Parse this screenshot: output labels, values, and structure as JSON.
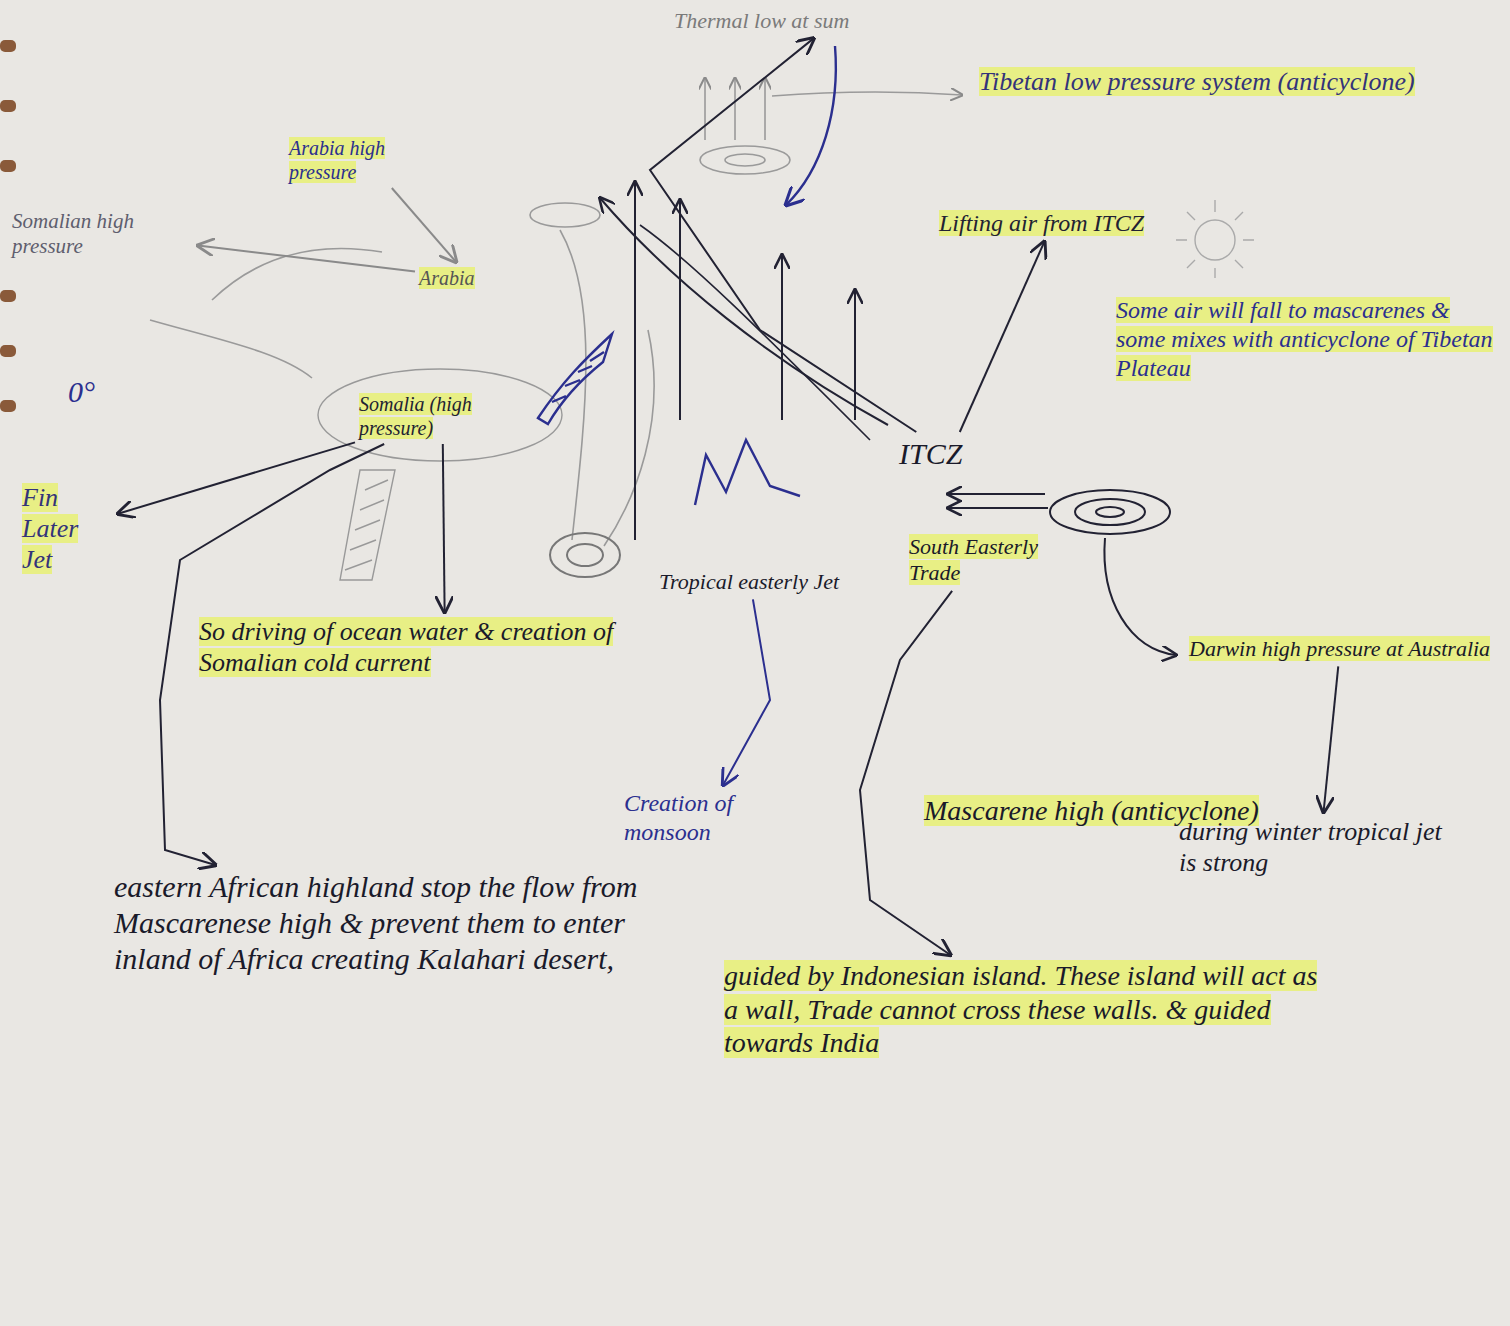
{
  "diagram": {
    "nodes": [
      {
        "text": [
          "Thermal low at sum"
        ]
      },
      {
        "text": [
          "Tibetan low pressure system (anticyclone)"
        ]
      },
      {
        "text": [
          "Arabia high pressure"
        ]
      },
      {
        "text": [
          "Arabia"
        ]
      },
      {
        "text": [
          "Somalian high pressure"
        ]
      },
      {
        "text": [
          "Somalia (high pressure)"
        ]
      },
      {
        "text": [
          "Fin Later Jet"
        ]
      },
      {
        "text": [
          "Lifting air from ITCZ"
        ]
      },
      {
        "text": [
          "Some air will fall to mascarenes & some mixes with anticyclone of Tibetan Plateau"
        ]
      },
      {
        "text": [
          "ITCZ"
        ]
      },
      {
        "text": [
          "South Easterly Trade"
        ]
      },
      {
        "text": [
          "Tropical easterly Jet"
        ]
      },
      {
        "text": [
          "So driving of ocean water & creation of Somalian cold current"
        ]
      },
      {
        "text": [
          "Creation of monsoon"
        ]
      },
      {
        "text": [
          "Mascarene high (anticyclone)"
        ]
      },
      {
        "text": [
          "Darwin high pressure at Australia"
        ]
      },
      {
        "text": [
          "during winter tropical jet is strong"
        ]
      },
      {
        "text": [
          "eastern African highland stop the flow from Mascarenese high & prevent them to enter inland of Africa creating Kalahari desert,"
        ]
      },
      {
        "text": [
          "guided by Indonesian island. These island will act as a wall, Trade cannot cross these walls. & guided towards India"
        ]
      }
    ],
    "edges": [
      {
        "from": 2,
        "to": 3,
        "arrow": "to"
      },
      {
        "from": 3,
        "to": 4,
        "arrow": "to"
      },
      {
        "from": 5,
        "to": 6,
        "arrow": "to"
      },
      {
        "from": 5,
        "to": 12,
        "arrow": "to"
      },
      {
        "from": 5,
        "to": 17,
        "arrow": "to"
      },
      {
        "from": 9,
        "to": 7,
        "arrow": "to"
      },
      {
        "from": 9,
        "to": 0,
        "arrow": "to"
      },
      {
        "from": 11,
        "to": 13,
        "arrow": "to"
      },
      {
        "from": 10,
        "to": 18,
        "arrow": "to"
      },
      {
        "from": 15,
        "to": 16,
        "arrow": "to"
      }
    ],
    "labels": [
      "0°"
    ]
  }
}
